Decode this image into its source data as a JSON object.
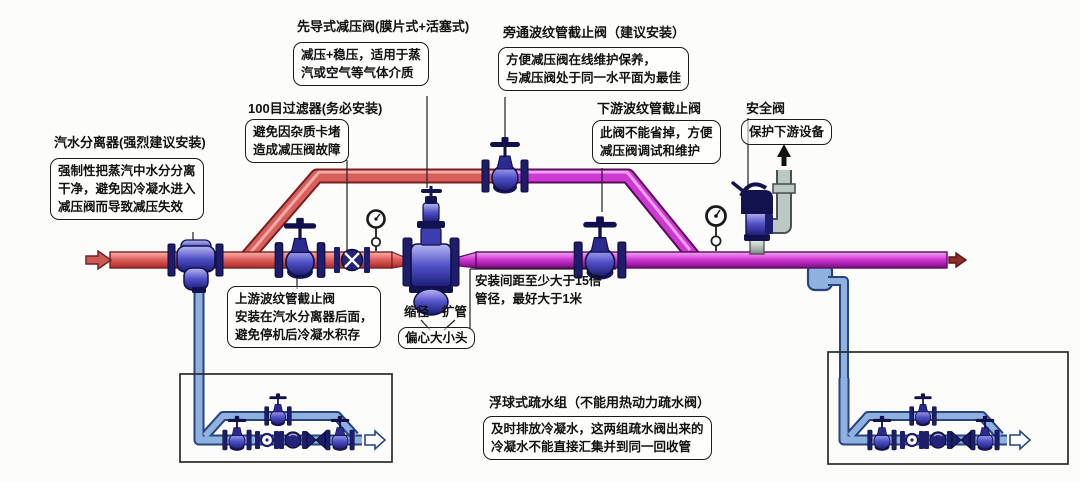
{
  "annotations": {
    "separator": {
      "title": "汽水分离器(强烈建议安装)",
      "note": "强制性把蒸汽中水分分离\n干净，避免因冷凝水进入\n减压阀而导致减压失效"
    },
    "prv": {
      "title": "先导式减压阀(膜片式+活塞式)",
      "note": "减压+稳压，适用于蒸\n汽或空气等气体介质"
    },
    "strainer": {
      "title": "100目过滤器(务必安装)",
      "note": "避免因杂质卡堵\n造成减压阀故障"
    },
    "bypass_valve": {
      "title": "旁通波纹管截止阀（建议安装）",
      "note": "方便减压阀在线维护保养，\n与减压阀处于同一水平面为最佳"
    },
    "downstream_valve": {
      "title": "下游波纹管截止阀",
      "note": "此阀不能省掉，方便\n减压阀调试和维护"
    },
    "safety_valve": {
      "title": "安全阀",
      "note": "保护下游设备"
    },
    "upstream_valve": {
      "note": "上游波纹管截止阀\n安装在汽水分离器后面，\n避免停机后冷凝水积存"
    },
    "spacing": {
      "note": "安装间距至少大于15倍\n管径，最好大于1米"
    },
    "reducer": {
      "left_label": "缩径",
      "right_label": "扩管",
      "name": "偏心大小头"
    },
    "trap_group": {
      "title": "浮球式疏水组（不能用热动力疏水阀）",
      "note": "及时排放冷凝水，这两组疏水阀出来的\n冷凝水不能直接汇集并到同一回收管"
    }
  },
  "colors": {
    "high_pressure_steam_pipe": "#d95f5c",
    "low_pressure_steam_pipe": "#cf39d3",
    "condensate_pipe": "#8fb1e0",
    "vent_pipe": "#bcc8c3",
    "valve_body_blue": "#5050c8",
    "valve_dark_navy": "#12124e",
    "flow_arrow": "#8f2d2d"
  }
}
